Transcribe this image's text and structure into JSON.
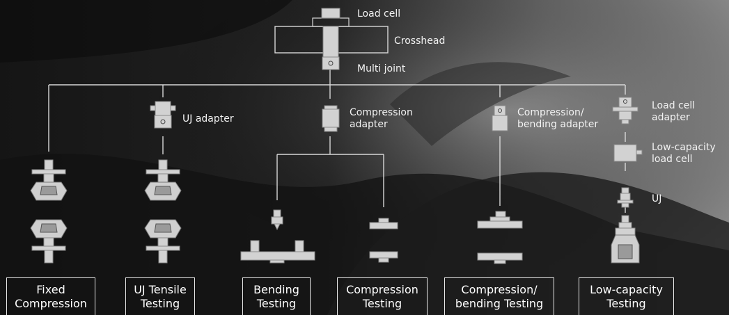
{
  "head": {
    "load_cell": "Load cell",
    "crosshead": "Crosshead",
    "multi_joint": "Multi joint"
  },
  "adapters": {
    "uj_adapter": "UJ adapter",
    "compression_adapter": [
      "Compression",
      "adapter"
    ],
    "compression_bending_adapter": [
      "Compression/",
      "bending adapter"
    ],
    "load_cell_adapter": [
      "Load cell",
      "adapter"
    ],
    "low_capacity_load_cell": [
      "Low-capacity",
      "load cell"
    ],
    "uj": "UJ"
  },
  "methods": [
    [
      "Fixed",
      "Compression"
    ],
    [
      "UJ Tensile",
      "Testing"
    ],
    [
      "Bending",
      "Testing"
    ],
    [
      "Compression",
      "Testing"
    ],
    [
      "Compression/",
      "bending Testing"
    ],
    [
      "Low-capacity",
      "Testing"
    ]
  ],
  "colors": {
    "line": "#d8d8d8",
    "part_fill": "#d2d2d2",
    "part_stroke": "#8a8a8a",
    "text": "#ffffff"
  }
}
